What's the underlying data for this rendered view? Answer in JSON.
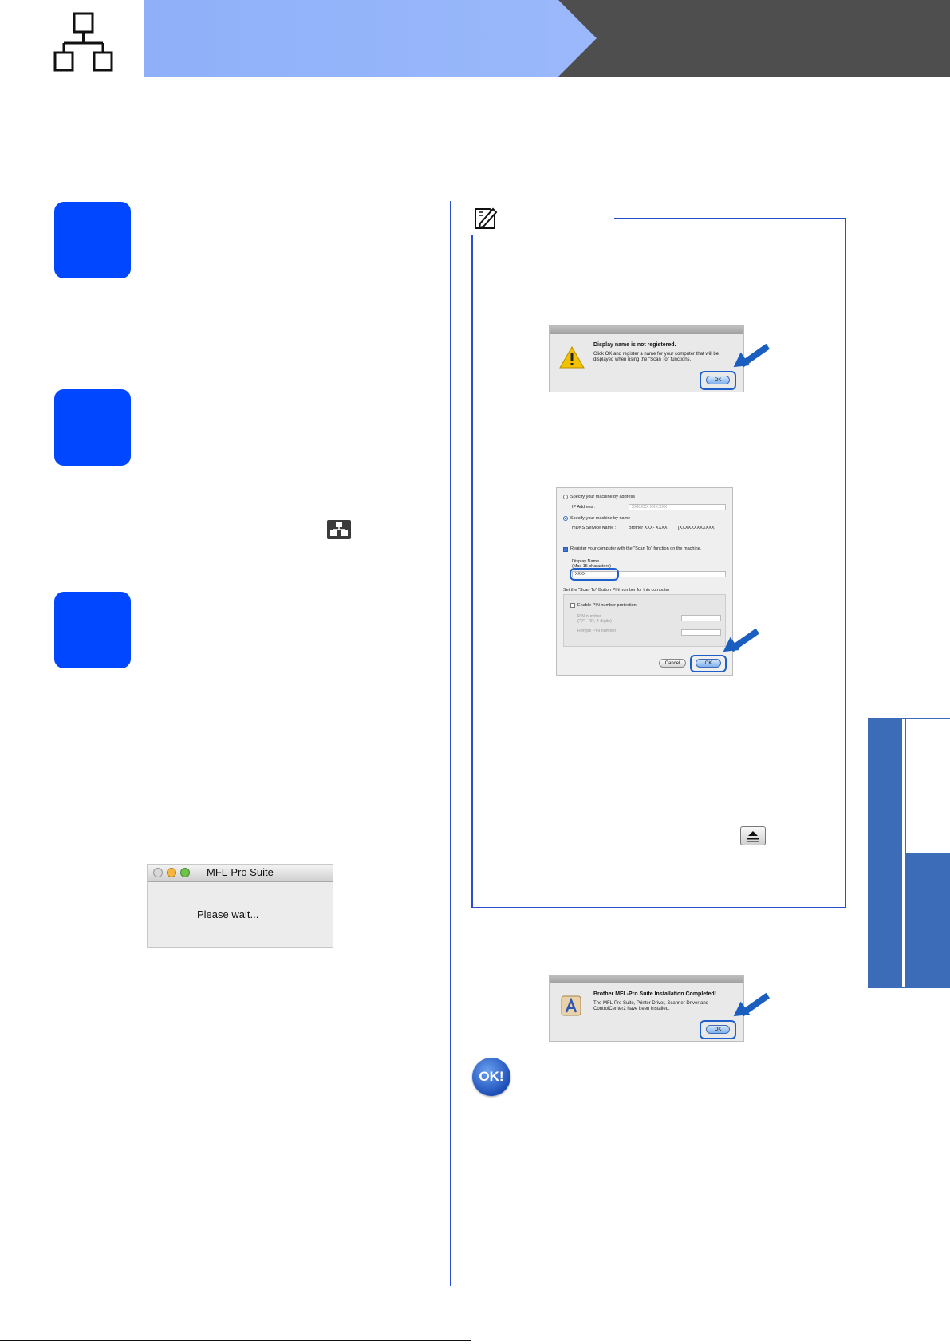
{
  "header": {
    "icon": "network-icon",
    "colors": {
      "light": "#9ab8fb",
      "dark": "#4e4e4e",
      "accent": "#0047ff"
    }
  },
  "dialog_display_name": {
    "title": "Display name is not registered.",
    "message": "Click OK and register a name for your computer that will be displayed when using the \"Scan To\" functions.",
    "ok_label": "OK",
    "icon": "warning-icon"
  },
  "dialog_scan_settings": {
    "radio_address_label": "Specify your machine by address",
    "ip_label": "IP Address :",
    "ip_placeholder": "XXX.XXX.XXX.XXX",
    "radio_name_label": "Specify your machine by name",
    "mdns_label": "mDNS Service Name :",
    "mdns_value": "Brother XXX- XXXX",
    "mdns_value_2": "[XXXXXXXXXXXX]",
    "register_label": "Register your computer with the \"Scan To\" function on the machine.",
    "display_name_label": "Display Name",
    "display_name_hint": "(Max 15 characters)",
    "display_name_value": "XXXX",
    "pin_section_label": "Set the \"Scan To\" Button PIN number for this computer",
    "pin_enable_label": "Enable PIN number protection",
    "pin_number_label": "PIN number",
    "pin_number_hint": "(\"0\" - \"9\", 4 digits)",
    "retype_pin_label": "Retype PIN number",
    "cancel_label": "Cancel",
    "ok_label": "OK"
  },
  "mfl_window": {
    "title": "MFL-Pro Suite",
    "message": "Please wait..."
  },
  "dialog_completed": {
    "title": "Brother MFL-Pro Suite Installation Completed!",
    "message": "The MFL-Pro Suite, Printer Driver, Scanner Driver and ControlCenter2 have been installed.",
    "ok_label": "OK",
    "icon": "installer-icon"
  },
  "ok_badge": "OK!",
  "icons": {
    "note": "note-pencil-icon",
    "network_small": "network-small-icon",
    "scan_button": "scan-key-icon"
  }
}
